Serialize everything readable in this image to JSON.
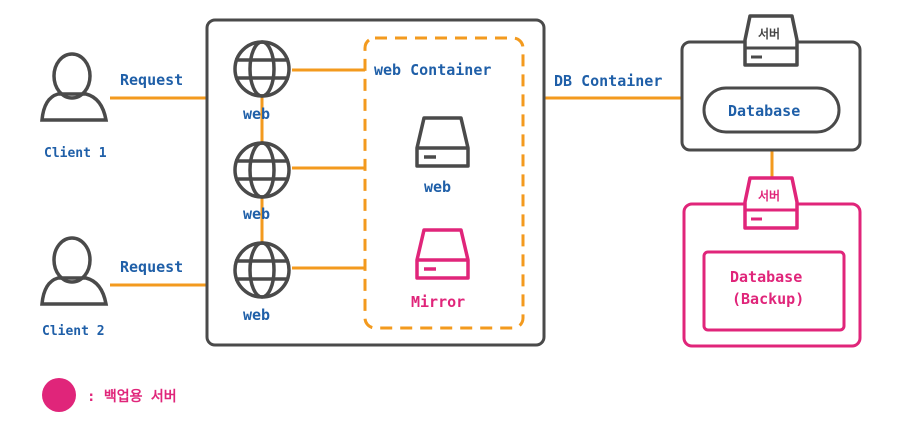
{
  "clients": [
    {
      "name": "Client 1",
      "edge_label": "Request"
    },
    {
      "name": "Client 2",
      "edge_label": "Request"
    }
  ],
  "web_nodes": [
    "web",
    "web",
    "web"
  ],
  "web_container": {
    "title": "web Container",
    "server_label": "web",
    "mirror_label": "Mirror"
  },
  "db_link_label": "DB Container",
  "db_server": {
    "icon_label": "서버",
    "db_label": "Database"
  },
  "backup_server": {
    "icon_label": "서버",
    "db_label_line1": "Database",
    "db_label_line2": "(Backup)"
  },
  "legend": {
    "text": ": 백업용 서버"
  },
  "colors": {
    "dark": "#4a4a4a",
    "orange": "#f39a1e",
    "blue": "#1f5fa8",
    "pink": "#e0257a"
  }
}
